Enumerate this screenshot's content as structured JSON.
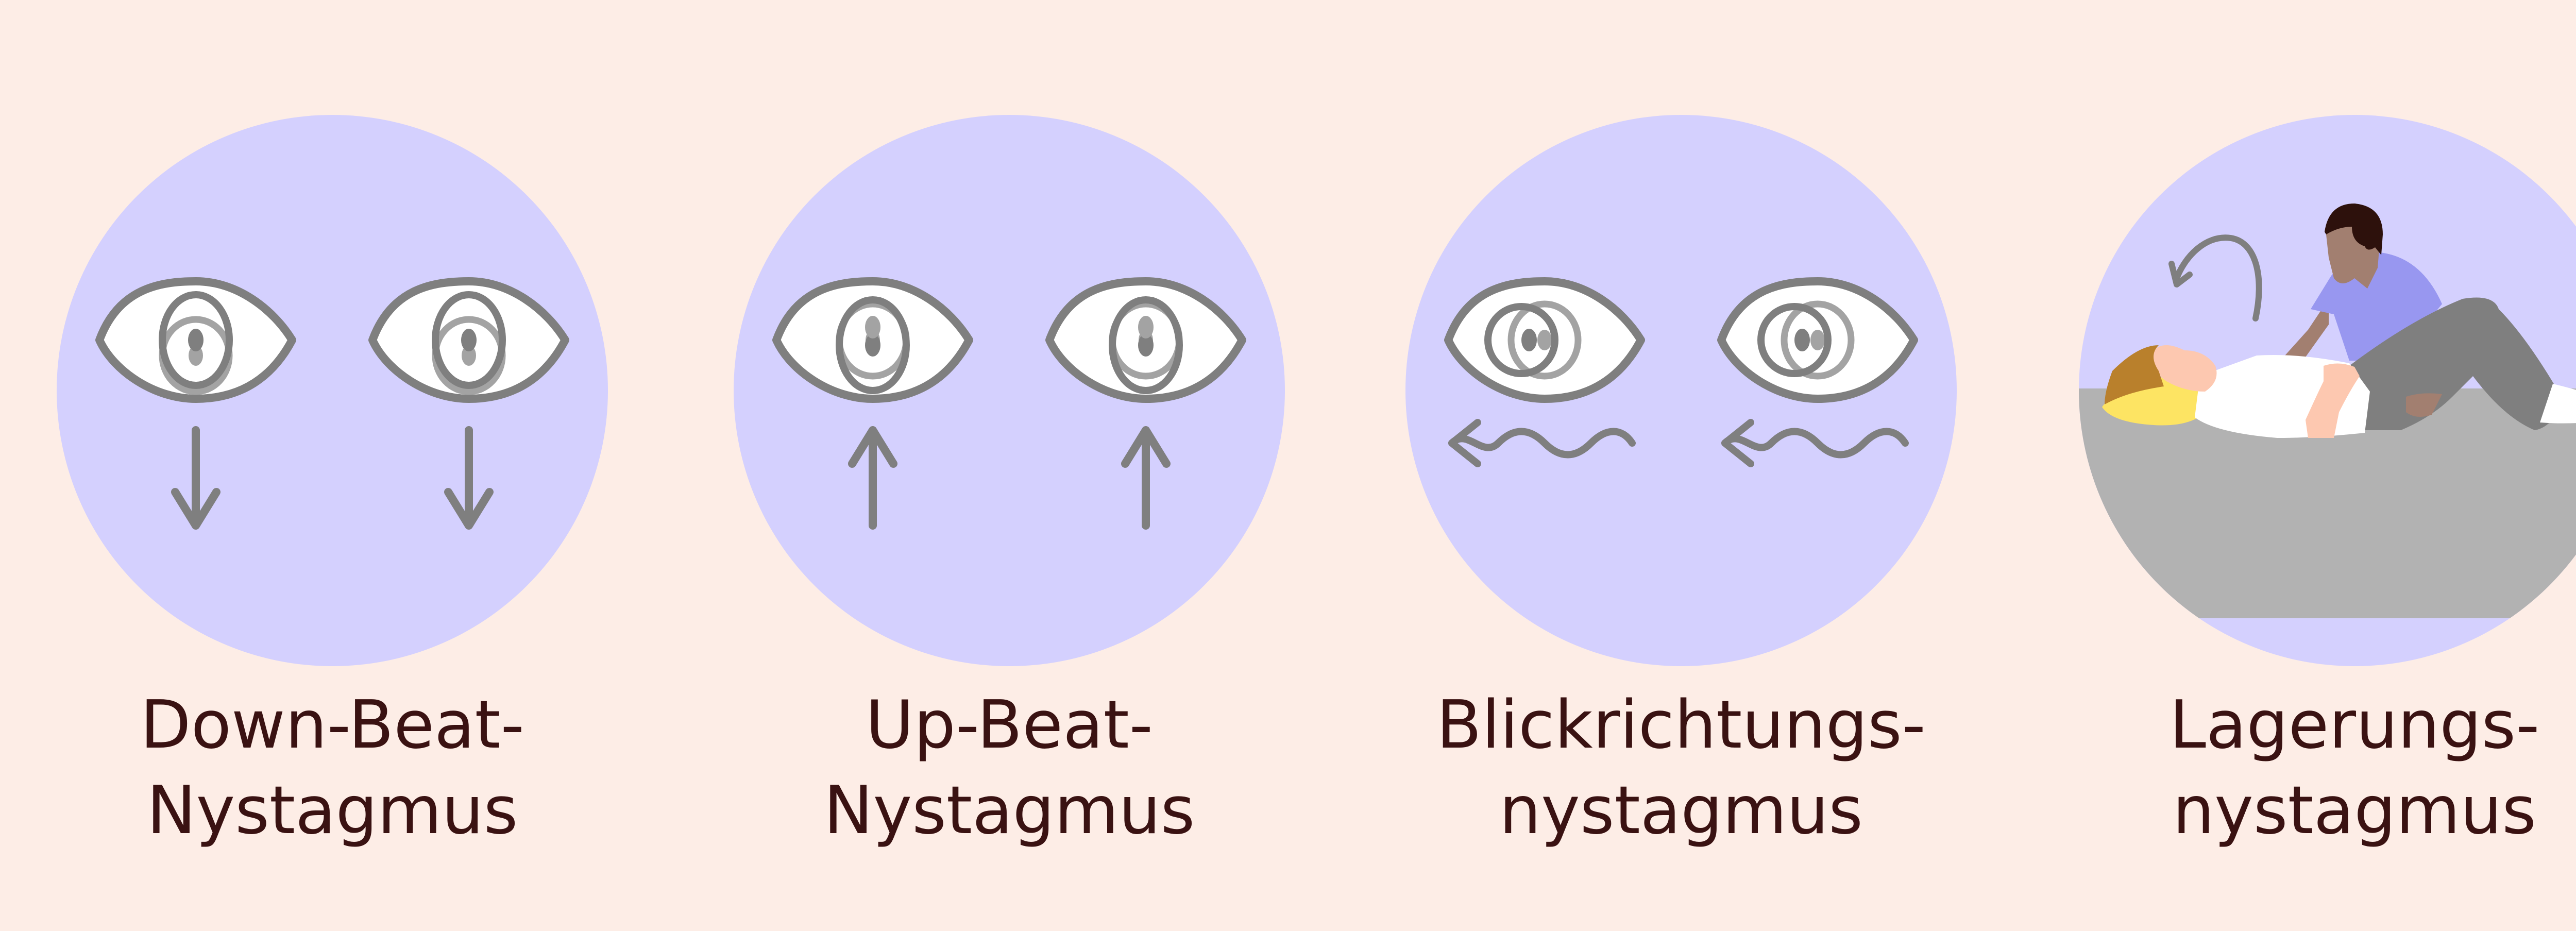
{
  "colors": {
    "background": "#fdede6",
    "circle": "#d4d0fe",
    "icon": "#7f7f7f",
    "icon_ghost": "#a3a3a3",
    "text": "#3a1212",
    "bed": "#b2b2b2",
    "shirt_blue": "#9897f0",
    "pants": "#7f7f7f",
    "pillow": "#fde463",
    "hair_blonde": "#b9802c",
    "hair_dark": "#2d110c",
    "skin_light": "#fdc8b0",
    "skin_dark": "#a27f70"
  },
  "panels": [
    {
      "line1": "Down-Beat-",
      "line2": "Nystagmus",
      "icon": "eyes-looking-down-arrow-icon",
      "direction": "down"
    },
    {
      "line1": "Up-Beat-",
      "line2": "Nystagmus",
      "icon": "eyes-looking-up-arrow-icon",
      "direction": "up"
    },
    {
      "line1": "Blickrichtungs-",
      "line2": "nystagmus",
      "icon": "eyes-looking-left-wavy-arrow-icon",
      "direction": "left"
    },
    {
      "line1": "Lagerungs-",
      "line2": "nystagmus",
      "icon": "patient-positioning-illustration",
      "direction": "positioning"
    }
  ]
}
